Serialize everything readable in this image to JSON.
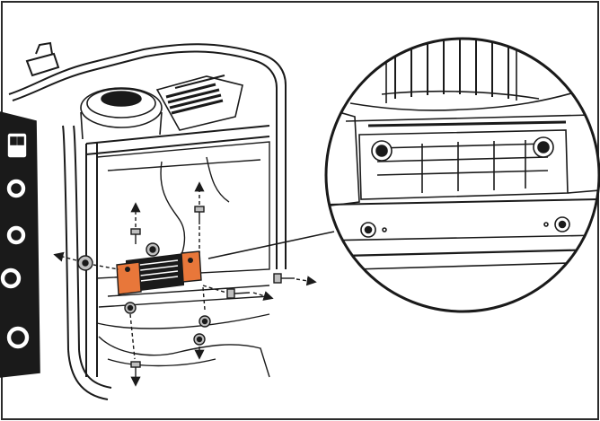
{
  "figure": {
    "kind": "technical line illustration",
    "colors": {
      "outline": "#1a1a1a",
      "frame_border": "#2b2b2b",
      "highlight_bracket": "#e8773a",
      "background": "#ffffff",
      "shade": "#d9d9d9"
    },
    "icons": [
      "generator-frame",
      "engine-cover",
      "control-panel",
      "mounting-bracket",
      "bolt",
      "nut",
      "arrow",
      "detail-magnifier"
    ]
  }
}
